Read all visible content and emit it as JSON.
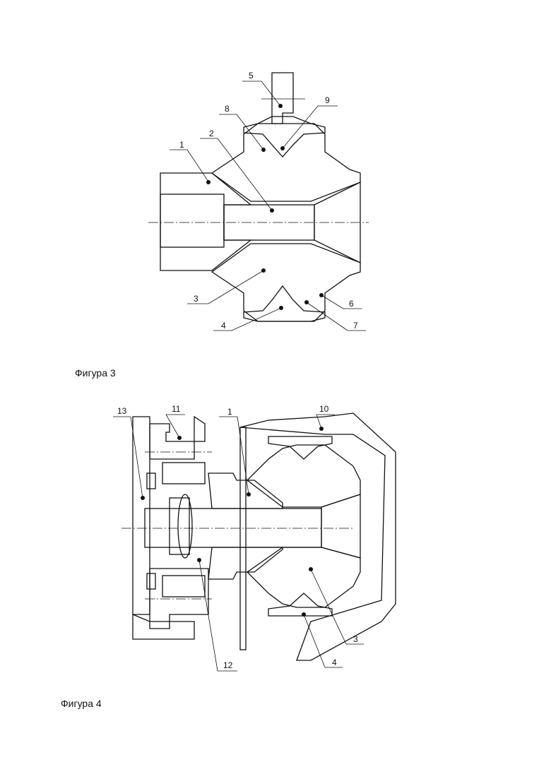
{
  "figures": [
    {
      "caption": "Фигура 3",
      "labels": [
        "1",
        "2",
        "3",
        "4",
        "5",
        "6",
        "7",
        "8",
        "9"
      ]
    },
    {
      "caption": "Фигура 4",
      "labels": [
        "1",
        "3",
        "4",
        "10",
        "11",
        "12",
        "13"
      ]
    }
  ]
}
